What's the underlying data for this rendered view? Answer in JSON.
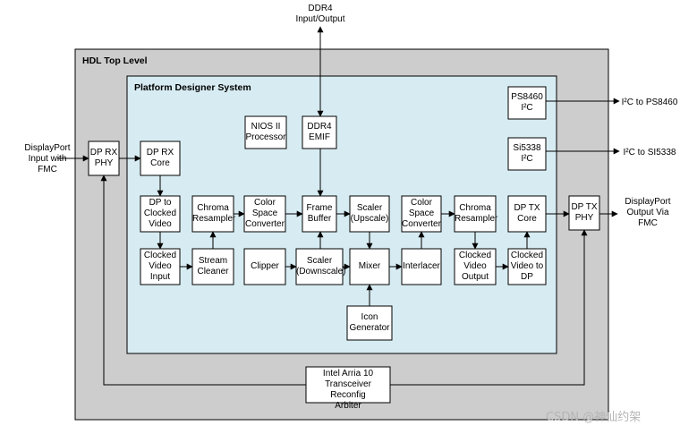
{
  "outer": {
    "title": "HDL Top Level"
  },
  "inner": {
    "title": "Platform Designer System"
  },
  "external": {
    "ddr4": "DDR4\nInput/Output",
    "dp_in": "DisplayPort\nInput with\nFMC",
    "dp_out": "DisplayPort\nOutput Via\nFMC",
    "i2c_ps8460": "I²C to PS8460",
    "i2c_si5338": "I²C to SI5338"
  },
  "blocks": {
    "dp_rx_phy": "DP RX\nPHY",
    "dp_rx_core": "DP RX\nCore",
    "nios": "NIOS II\nProcessor",
    "ddr4_emif": "DDR4\nEMIF",
    "ps8460": "PS8460\nI²C",
    "si5338": "Si5338\nI²C",
    "dp_to_clocked": "DP to\nClocked\nVideo",
    "chroma_resampler_1": "Chroma\nResampler",
    "csc_1": "Color\nSpace\nConverter",
    "frame_buffer": "Frame\nBuffer",
    "scaler_up": "Scaler\n(Upscale)",
    "csc_2": "Color\nSpace\nConverter",
    "chroma_resampler_2": "Chroma\nResampler",
    "dp_tx_core": "DP TX\nCore",
    "dp_tx_phy": "DP TX\nPHY",
    "clocked_video_input": "Clocked\nVideo\nInput",
    "stream_cleaner": "Stream\nCleaner",
    "clipper": "Clipper",
    "scaler_down": "Scaler\n(Downscale)",
    "mixer": "Mixer",
    "interlacer": "Interlacer",
    "clocked_video_output": "Clocked\nVideo\nOutput",
    "clocked_to_dp": "Clocked\nVideo to\nDP",
    "icon_generator": "Icon\nGenerator",
    "arbiter": "Intel Arria 10\nTransceiver Reconfig\nArbiter"
  },
  "watermark": "CSDN @神仙约架",
  "colors": {
    "outer_fill": "#cdcdcd",
    "inner_fill": "#d7ecf2",
    "block_fill": "#ffffff",
    "stroke": "#000000"
  }
}
